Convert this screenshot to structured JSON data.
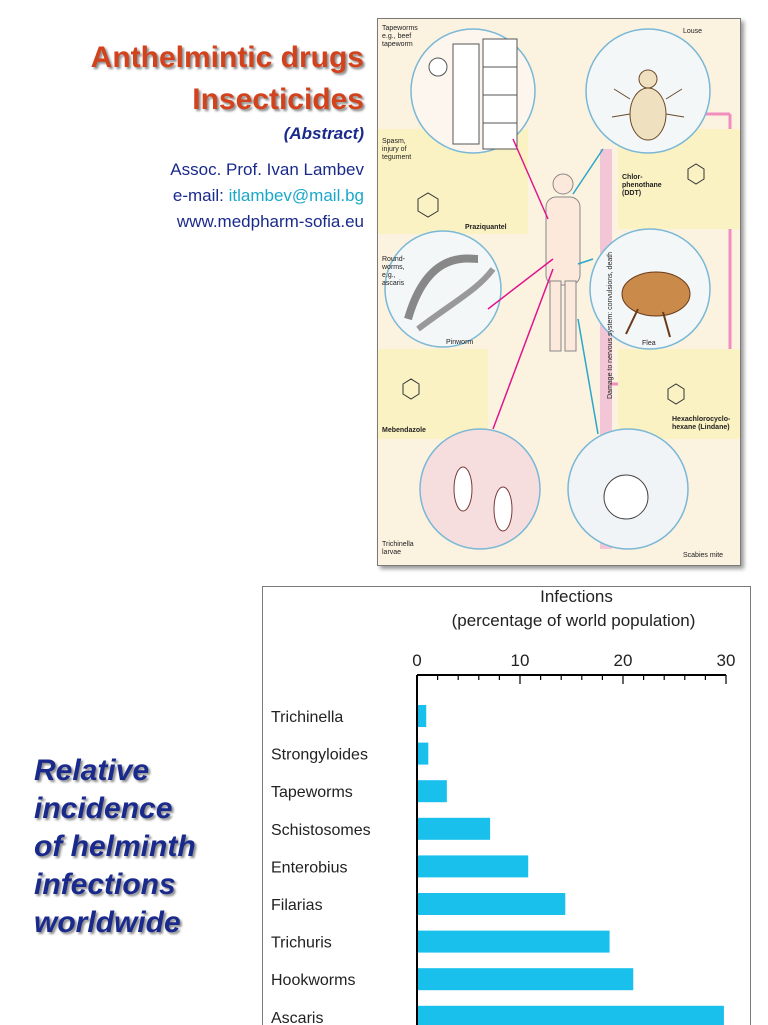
{
  "header": {
    "title_line1": "Anthelmintic drugs",
    "title_line2": "Insecticides",
    "subtitle": "(Abstract)",
    "author": "Assoc. Prof. Ivan Lambev",
    "email_label": "e-mail:",
    "email": "itlambev@mail.bg",
    "website": "www.medpharm-sofia.eu"
  },
  "figure": {
    "labels": {
      "tapeworms": "Tapeworms\ne.g., beef\ntapeworm",
      "louse": "Louse",
      "spasm": "Spasm,\ninjury of\ntegument",
      "praziquantel": "Praziquantel",
      "roundworms": "Round-\nworms,\ne.g.,\nascaris",
      "pinworm": "Pinworm",
      "mebendazole": "Mebendazole",
      "trichinella": "Trichinella\nlarvae",
      "scabies": "Scabies mite",
      "flea": "Flea",
      "chlorphenothane": "Chlor-\nphenothane\n(DDT)",
      "lindane": "Hexachlorocyclo-\nhexane (Lindane)",
      "damage": "Damage to nervous system: convulsions, death"
    }
  },
  "incidence_text": [
    "Relative",
    "incidence",
    "of helminth",
    "infections",
    "worldwide"
  ],
  "chart_data": {
    "type": "bar",
    "title": "Infections",
    "subtitle": "(percentage of world population)",
    "xlim": [
      0,
      30
    ],
    "ticks": [
      0,
      10,
      20,
      30
    ],
    "categories": [
      "Trichinella",
      "Strongyloides",
      "Tapeworms",
      "Schistosomes",
      "Enterobius",
      "Filarias",
      "Trichuris",
      "Hookworms",
      "Ascaris"
    ],
    "values": [
      0.8,
      1.0,
      2.8,
      7.0,
      10.7,
      14.3,
      18.6,
      20.9,
      29.7
    ],
    "colors": {
      "bar": "#19c0ec",
      "axis": "#000000"
    }
  }
}
